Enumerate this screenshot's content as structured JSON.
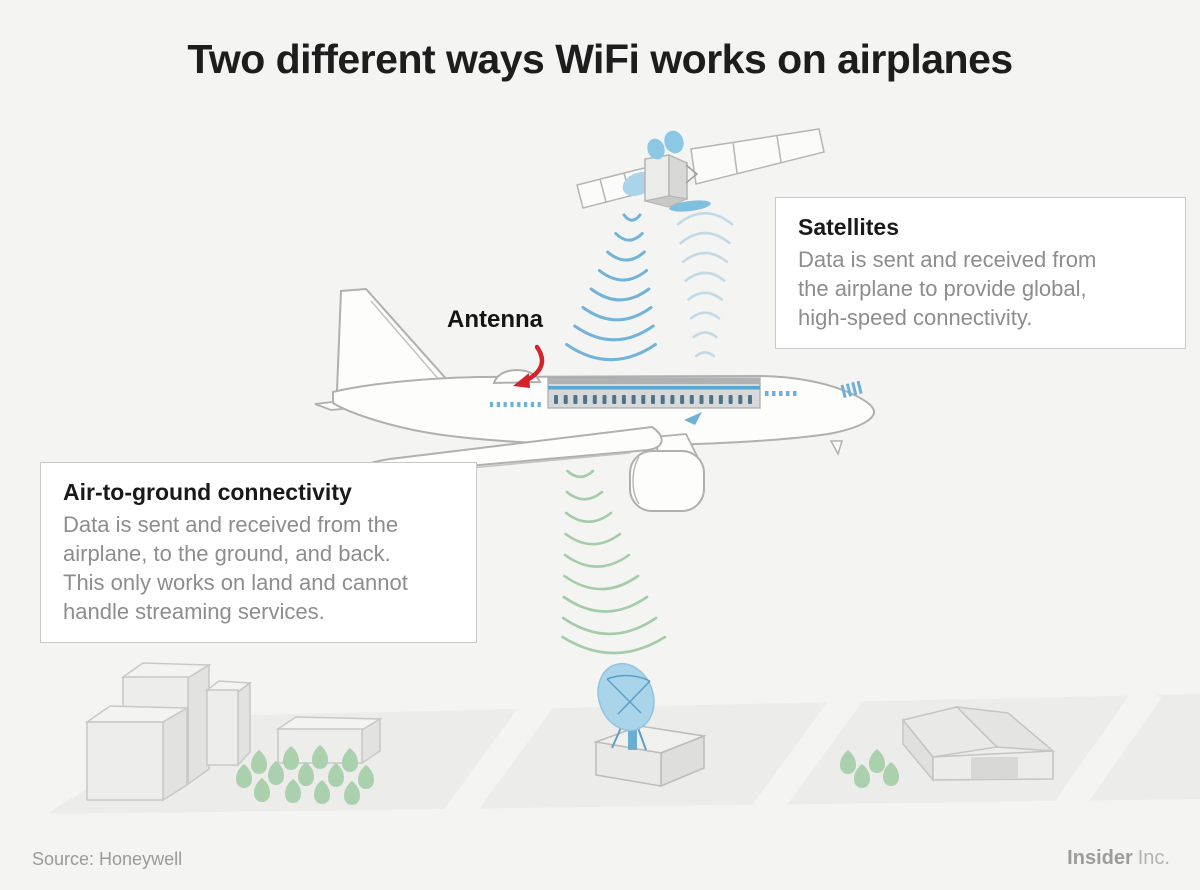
{
  "title": "Two different ways WiFi works on airplanes",
  "labels": {
    "antenna": "Antenna"
  },
  "callouts": {
    "satellites": {
      "title": "Satellites",
      "body": "Data is sent and received from\nthe airplane to provide global,\nhigh-speed connectivity."
    },
    "air_to_ground": {
      "title": "Air-to-ground connectivity",
      "body": "Data is sent and received from the\nairplane, to the ground, and back.\nThis only works on land and cannot\nhandle streaming services."
    }
  },
  "footer": {
    "source": "Source: Honeywell",
    "brand": "Insider",
    "brand_suffix": "Inc."
  },
  "icons": [
    "satellite-icon",
    "airplane-icon",
    "antenna-arrow-icon",
    "wifi-waves-satellite-down-icon",
    "wifi-waves-plane-up-icon",
    "wifi-waves-air-to-ground-icon",
    "satellite-dish-icon",
    "ground-station-icon",
    "city-buildings-icon",
    "hangar-icon",
    "trees-icon"
  ],
  "colors": {
    "background": "#f4f4f3",
    "wave_blue": "#74b3d8",
    "wave_light_blue": "#c3dae6",
    "wave_green": "#a4cca9",
    "tree_green": "#abd0ae",
    "dish_blue": "#a9d4ea",
    "accent_red": "#d5232b",
    "title_text": "#1d1d1d",
    "body_text": "#8d8d8d",
    "outline_gray": "#b0b0ae"
  }
}
